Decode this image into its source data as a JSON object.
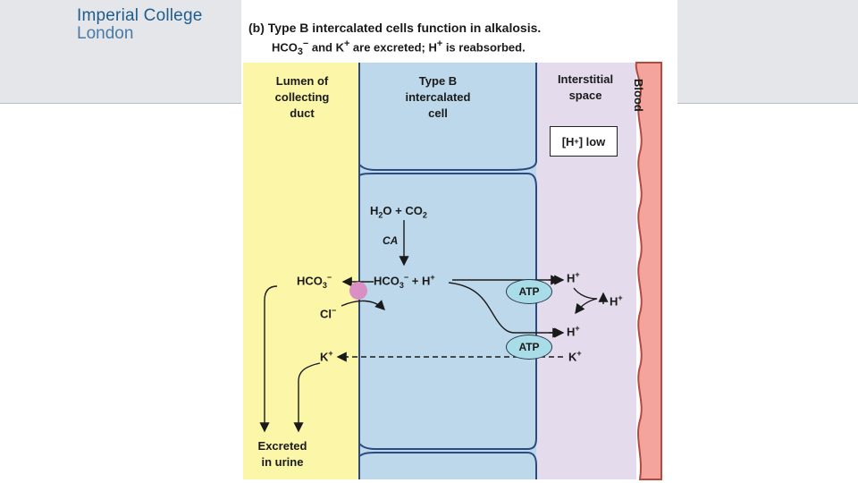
{
  "header": {
    "logo_line1": "Imperial College",
    "logo_line2": "London"
  },
  "figure": {
    "title": "(b) Type B intercalated cells function in alkalosis.",
    "subtitle_parts": [
      "HCO",
      "3",
      "−",
      " and K",
      "+",
      " are excreted; H",
      "+",
      " is reabsorbed."
    ],
    "regions": {
      "lumen": "Lumen of\ncollecting\nduct",
      "cell": "Type B\nintercalated\ncell",
      "interstitial": "Interstitial\nspace",
      "blood": "Blood"
    },
    "h_low_box": {
      "h": "[H",
      "sup": "+",
      "rest": "] low"
    },
    "molecules": {
      "h2o_co2": {
        "a": "H",
        "a_sub": "2",
        "b": "O + CO",
        "b_sub": "2"
      },
      "ca": "CA",
      "hco3_cell": {
        "a": "HCO",
        "sub": "3",
        "sup": "−",
        "b": " + H",
        "sup2": "+"
      },
      "hco3_lumen": {
        "a": "HCO",
        "sub": "3",
        "sup": "−"
      },
      "cl": {
        "a": "Cl",
        "sup": "−"
      },
      "k_lumen": {
        "a": "K",
        "sup": "+"
      },
      "h_top": {
        "a": "H",
        "sup": "+"
      },
      "h_mid": {
        "a": "H",
        "sup": "+"
      },
      "h_right": {
        "a": "H",
        "sup": "+"
      },
      "k_inter": {
        "a": "K",
        "sup": "+"
      },
      "excreted": "Excreted\nin urine"
    },
    "atp_labels": [
      "ATP",
      "ATP"
    ],
    "colors": {
      "lumen": "#fbf6a8",
      "cell": "#bcd8ea",
      "interstitial": "#e4dcec",
      "blood": "#f4a49c",
      "exchanger": "#d98fc3",
      "atp": "#a8dce6"
    }
  }
}
